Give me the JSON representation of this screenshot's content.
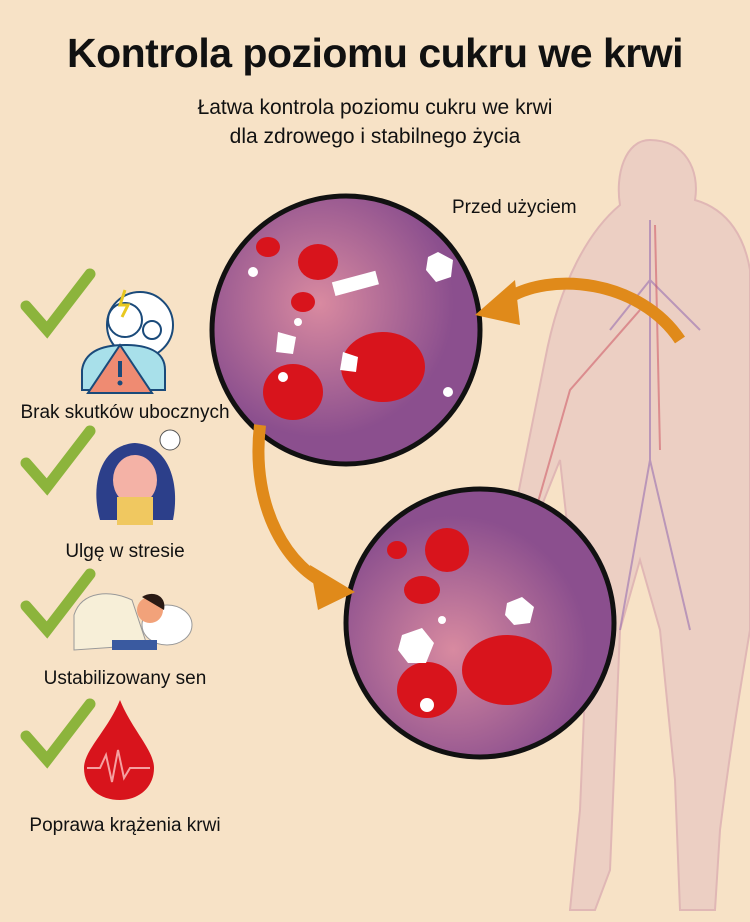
{
  "header": {
    "title": "Kontrola poziomu cukru we krwi",
    "subtitle_line1": "Łatwa kontrola poziomu cukru we krwi",
    "subtitle_line2": "dla zdrowego i stabilnego życia"
  },
  "diagram": {
    "before_label": "Przed użyciem"
  },
  "benefits": [
    {
      "label": "Brak skutków ubocznych",
      "icon": "side-effects-person-icon"
    },
    {
      "label": "Ulgę w stresie",
      "icon": "stressed-woman-icon"
    },
    {
      "label": "Ustabilizowany sen",
      "icon": "sleeping-person-icon"
    },
    {
      "label": "Poprawa krążenia krwi",
      "icon": "blood-drop-heartbeat-icon"
    }
  ],
  "colors": {
    "background": "#f7e2c6",
    "check": "#8cb43c",
    "blood": "#d8141c",
    "arrow": "#e08a1a"
  }
}
